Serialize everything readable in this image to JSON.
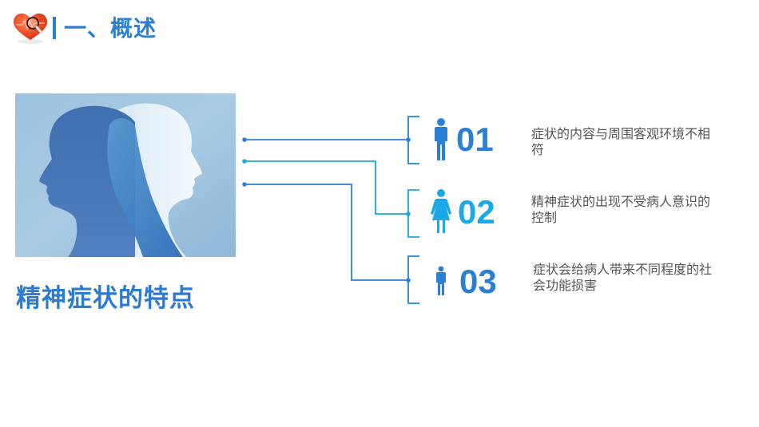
{
  "header": {
    "icon": "heart-magnifier-icon",
    "section_title": "一、概述"
  },
  "main": {
    "image": {
      "description": "two-face-silhouettes-illustration"
    },
    "title": "精神症状的特点"
  },
  "colors": {
    "primary_blue": "#2b7fd4",
    "accent_cyan": "#1aa8e6",
    "text_gray": "#555555"
  },
  "items": [
    {
      "number": "01",
      "icon": "male-person-icon",
      "color": "#2b7fd4",
      "description": "症状的内容与周围客观环境不相符"
    },
    {
      "number": "02",
      "icon": "female-person-icon",
      "color": "#1aa8e6",
      "description": "精神症状的出现不受病人意识的控制"
    },
    {
      "number": "03",
      "icon": "male-person-small-icon",
      "color": "#2b7fd4",
      "description": "症状会给病人带来不同程度的社会功能损害"
    }
  ]
}
